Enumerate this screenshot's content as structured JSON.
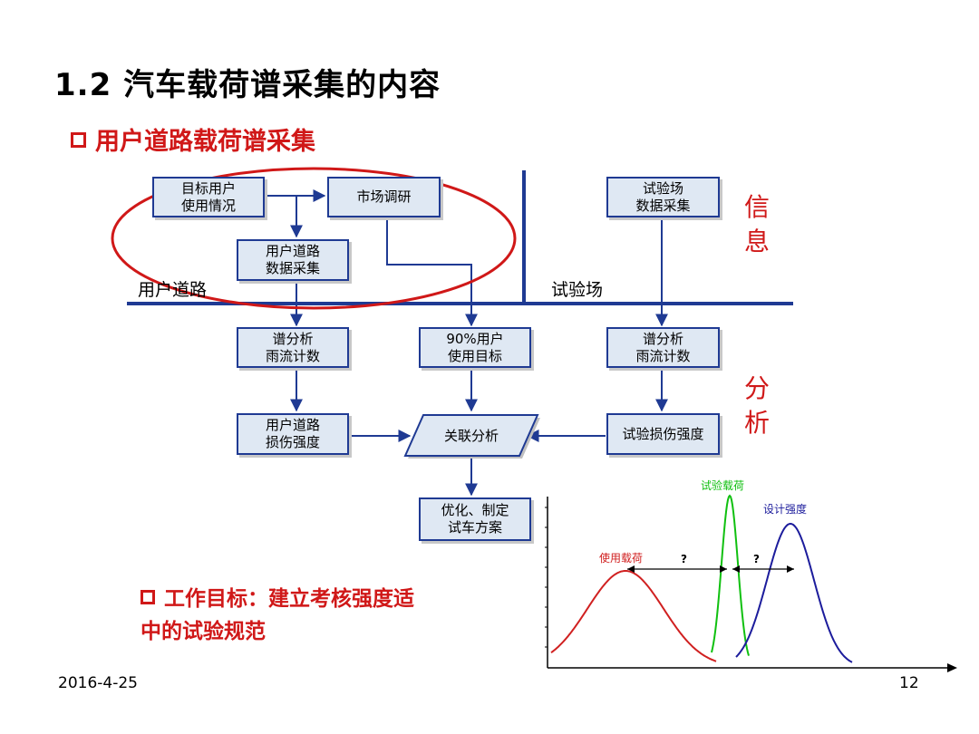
{
  "slide": {
    "title": "1.2 汽车载荷谱采集的内容",
    "section": "用户道路载荷谱采集",
    "date": "2016-4-25",
    "page_number": "12"
  },
  "diagram": {
    "boxes": {
      "target_user": "目标用户\n使用情况",
      "market_research": "市场调研",
      "user_road_collect": "用户道路\n数据采集",
      "proving_ground_collect": "试验场\n数据采集",
      "spectrum_left": "谱分析\n雨流计数",
      "user_target": "90%用户\n使用目标",
      "spectrum_right": "谱分析\n雨流计数",
      "user_road_damage": "用户道路\n损伤强度",
      "correlation": "关联分析",
      "proving_damage": "试验损伤强度",
      "optimize": "优化、制定\n试车方案"
    },
    "labels": {
      "user_road": "用户道路",
      "proving_ground": "试验场",
      "info": "信息",
      "analysis": "分析"
    }
  },
  "goal": {
    "text": "工作目标：建立考核强度适中的试验规范"
  },
  "chart": {
    "curve_labels": {
      "use_load": "使用载荷",
      "test_load": "试验载荷",
      "design_strength": "设计强度"
    },
    "question_mark": "?",
    "colors": {
      "use_load": "#d02020",
      "test_load": "#10c010",
      "design_strength": "#1c1c9c"
    }
  },
  "colors": {
    "accent_red": "#d01818",
    "box_fill": "#dfe8f3",
    "box_border": "#1f3a93",
    "arrow": "#1f3a93"
  }
}
